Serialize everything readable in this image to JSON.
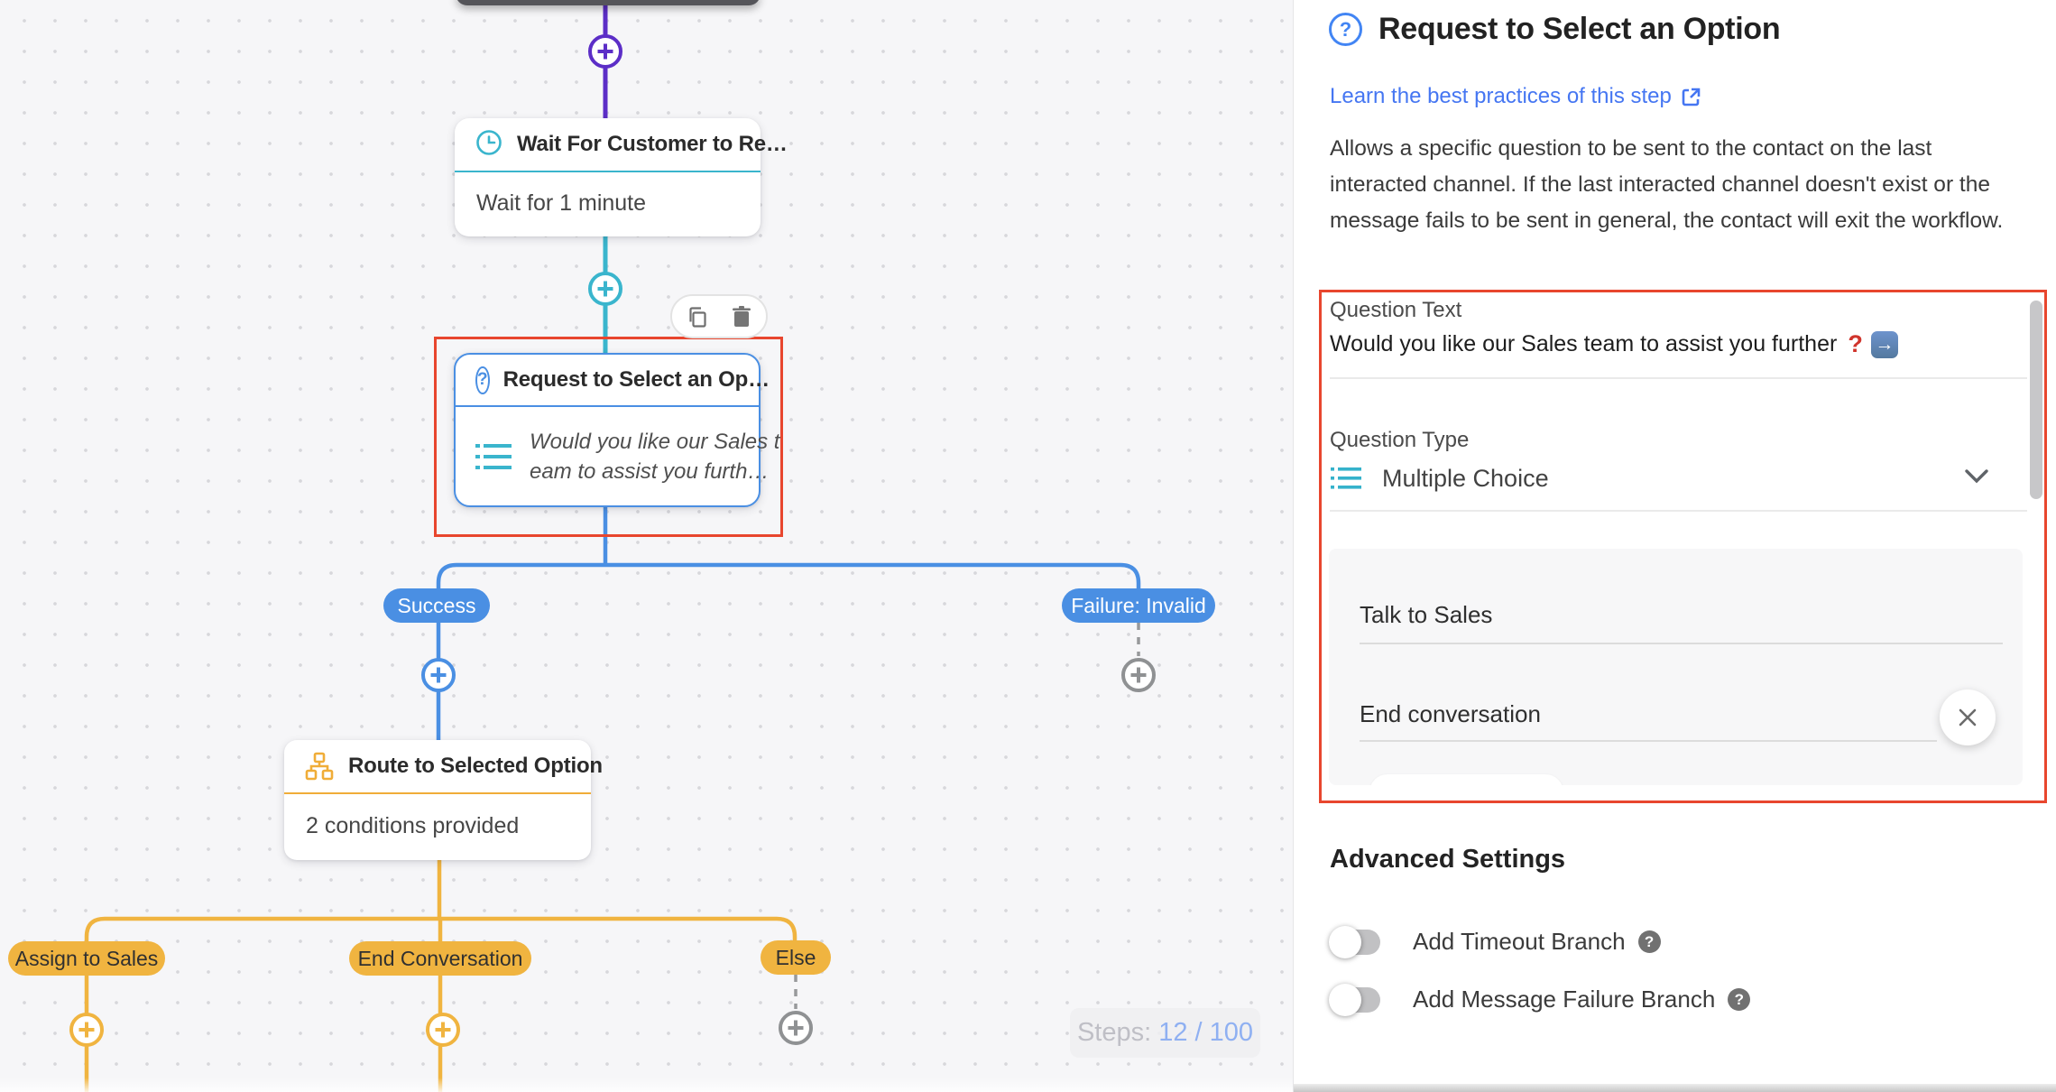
{
  "canvas": {
    "nodes": {
      "wait": {
        "title": "Wait For Customer to Re…",
        "body": "Wait for 1 minute"
      },
      "request": {
        "title": "Request to Select an Op…",
        "body_line1": "Would you like our Sales t",
        "body_line2": "eam to assist you furth…"
      },
      "route": {
        "title": "Route to Selected Option",
        "body": "2 conditions provided"
      }
    },
    "branches": {
      "success": "Success",
      "failure": "Failure: Invalid",
      "assign": "Assign to Sales",
      "end": "End Conversation",
      "else": "Else"
    },
    "steps": {
      "label": "Steps:",
      "value": "12 / 100"
    }
  },
  "panel": {
    "title": "Request to Select an Option",
    "link_label": "Learn the best practices of this step",
    "description": "Allows a specific question to be sent to the contact on the last interacted channel. If the last interacted channel doesn't exist or the message fails to be sent in general, the contact will exit the workflow.",
    "question_text": {
      "label": "Question Text",
      "value": "Would you like our Sales team to assist you further"
    },
    "question_type": {
      "label": "Question Type",
      "value": "Multiple Choice"
    },
    "options": [
      {
        "value": "Talk to Sales"
      },
      {
        "value": "End conversation"
      }
    ],
    "advanced_settings_label": "Advanced Settings",
    "toggles": [
      {
        "label": "Add Timeout Branch"
      },
      {
        "label": "Add Message Failure Branch"
      }
    ]
  },
  "icons": {
    "question_mark": "?",
    "arrow_right": "→"
  },
  "colors": {
    "purple": "#5c2ec7",
    "teal": "#3ab5cd",
    "blue": "#4a8fe3",
    "amber": "#f0b440",
    "selection_red": "#e8462e",
    "link_blue": "#4576f2",
    "canvas_bg": "#f6f6f8"
  }
}
